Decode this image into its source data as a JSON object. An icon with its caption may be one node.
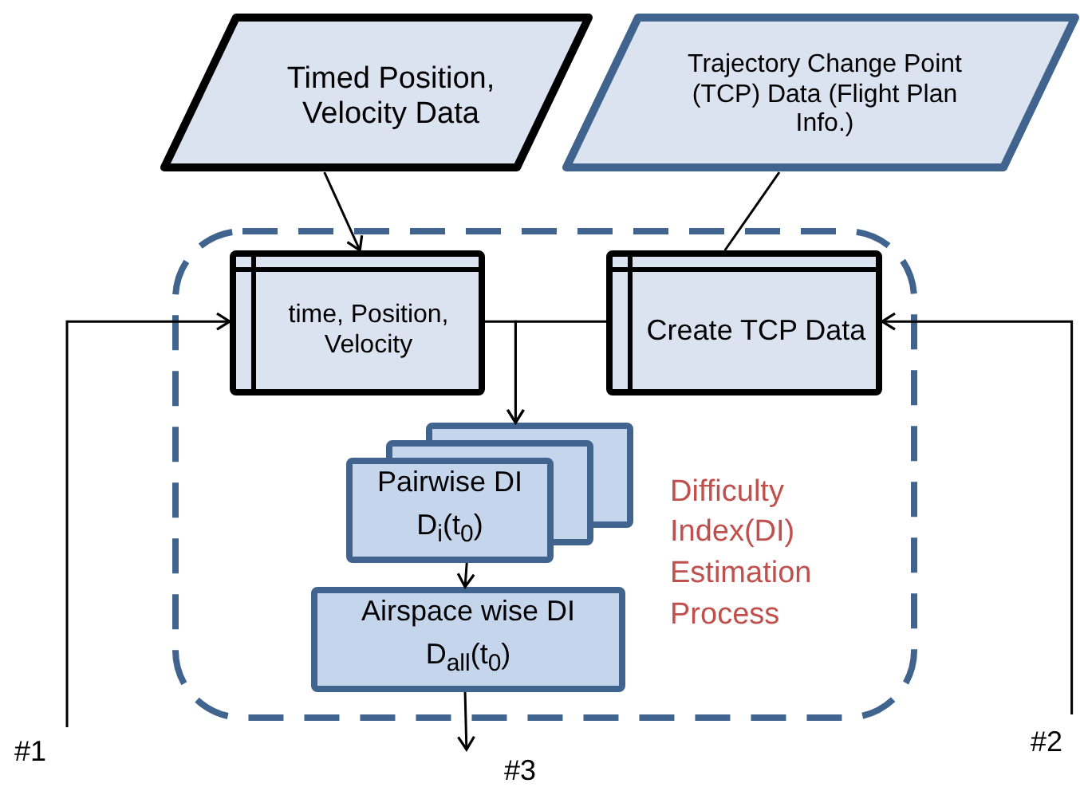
{
  "diagram": {
    "nodes": [
      {
        "text": [
          "Timed Position, Velocity Data"
        ]
      },
      {
        "text": [
          "Trajectory Change Point (TCP) Data (Flight Plan Info.)"
        ]
      },
      {
        "text": [
          "Difficulty Index(DI) Estimation Process"
        ]
      },
      {
        "text": [
          "time, Position, Velocity"
        ],
        "in": 2
      },
      {
        "text": [
          "Create TCP Data"
        ],
        "in": 2
      },
      {
        "text": [
          "Pairwise DI",
          "D$_{i}$(t$_{0}$)"
        ],
        "in": 2
      },
      {
        "text": [
          "Airspace wise DI",
          "D$_{all}$(t$_{0}$)"
        ],
        "in": 2
      },
      {
        "text": [
          "#1"
        ]
      },
      {
        "text": [
          "#2"
        ]
      },
      {
        "text": [
          "#3"
        ]
      }
    ],
    "edges": [
      {
        "from": 0,
        "to": 3,
        "arrow": "to"
      },
      {
        "from": 1,
        "to": 4,
        "arrow": "none"
      },
      {
        "from": 3,
        "to": 5,
        "arrow": "to"
      },
      {
        "from": 4,
        "to": 5,
        "arrow": "to"
      },
      {
        "from": 5,
        "to": 6,
        "arrow": "to"
      },
      {
        "from": 7,
        "to": 3,
        "arrow": "to"
      },
      {
        "from": 8,
        "to": 4,
        "arrow": "to"
      },
      {
        "from": 6,
        "to": 9,
        "arrow": "to"
      }
    ]
  }
}
